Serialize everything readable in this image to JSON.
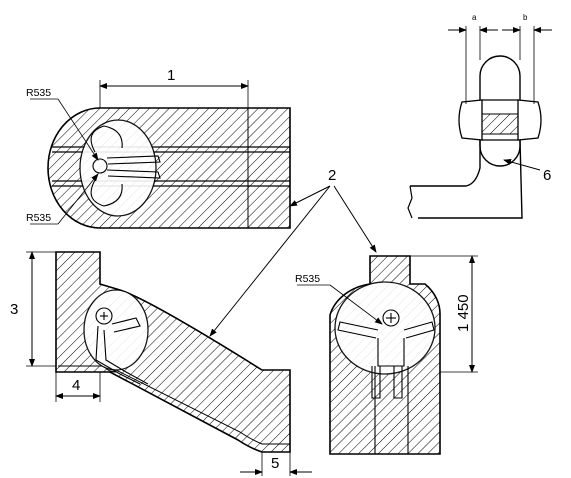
{
  "labels": {
    "dim_1": "1",
    "dim_2": "2",
    "dim_3": "3",
    "dim_4": "4",
    "dim_5": "5",
    "dim_6": "6",
    "dim_1450": "1 450",
    "dim_a": "a",
    "dim_b": "b",
    "radius_top_upper": "R535",
    "radius_top_lower": "R535",
    "radius_front": "R535"
  }
}
